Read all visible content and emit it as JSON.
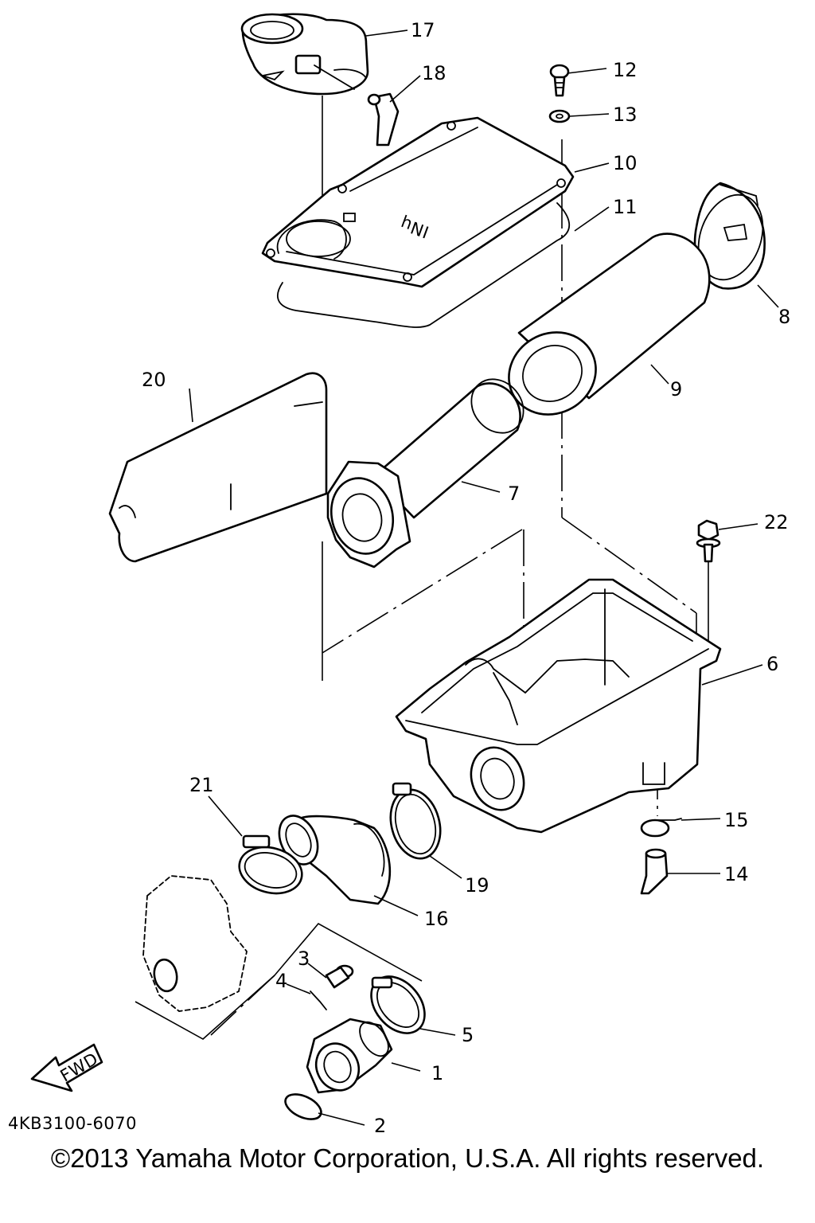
{
  "diagram": {
    "callouts": {
      "p1": "1",
      "p2": "2",
      "p3": "3",
      "p4": "4",
      "p5": "5",
      "p6": "6",
      "p7": "7",
      "p8": "8",
      "p9": "9",
      "p10": "10",
      "p11": "11",
      "p12": "12",
      "p13": "13",
      "p14": "14",
      "p15": "15",
      "p16": "16",
      "p17": "17",
      "p18": "18",
      "p19": "19",
      "p20": "20",
      "p21": "21",
      "p22": "22"
    },
    "cover_marking": "INɥ",
    "direction_marker": "FWD",
    "diagram_code": "4KB3100-6070"
  },
  "footer": {
    "copyright": "©2013 Yamaha Motor Corporation, U.S.A. All rights reserved."
  }
}
